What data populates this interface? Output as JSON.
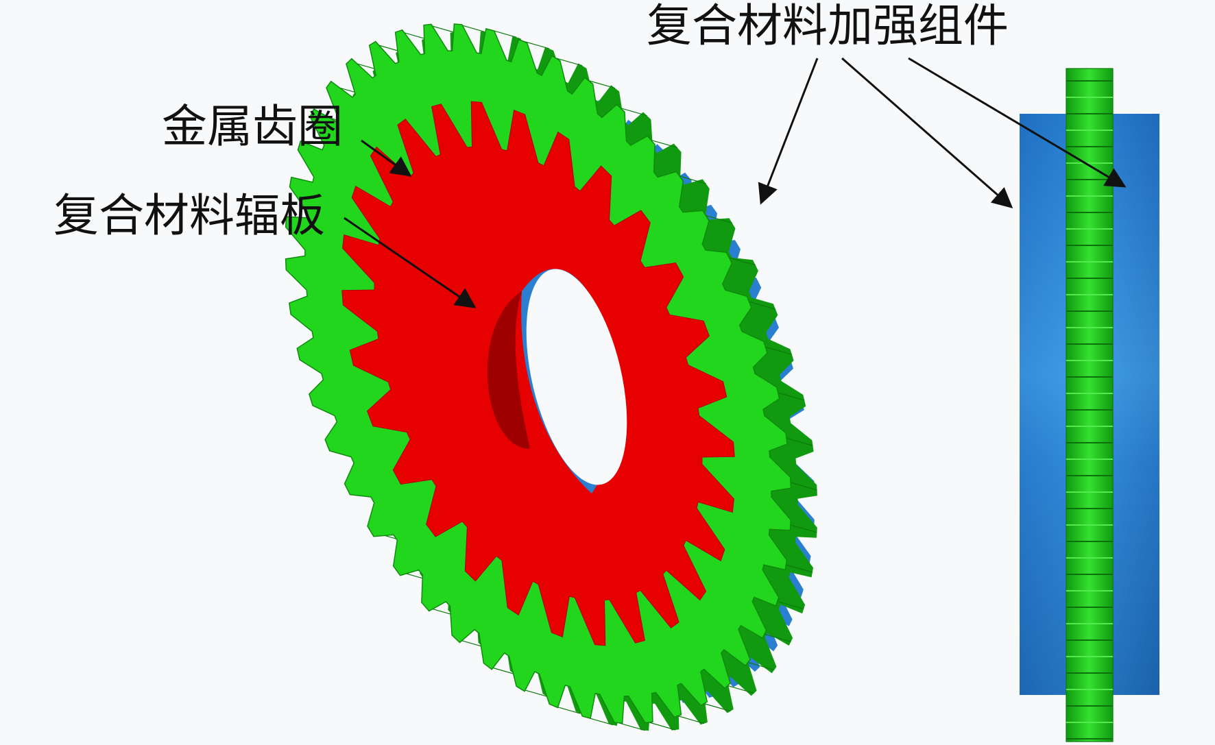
{
  "labels": {
    "reinforcement": "复合材料加强组件",
    "metal_ring": "金属齿圈",
    "composite_web": "复合材料辐板"
  },
  "colors": {
    "background": "#f7f9fa",
    "metal_ring": "#22d61d",
    "metal_ring_dark": "#119a10",
    "composite_web": "#e60000",
    "composite_web_dark": "#9e0000",
    "reinforcement": "#2a7fd0",
    "reinforcement_light": "#4aa8ec",
    "arrow": "#111111"
  },
  "gear": {
    "outer_teeth": 48,
    "inner_web_teeth": 28
  }
}
